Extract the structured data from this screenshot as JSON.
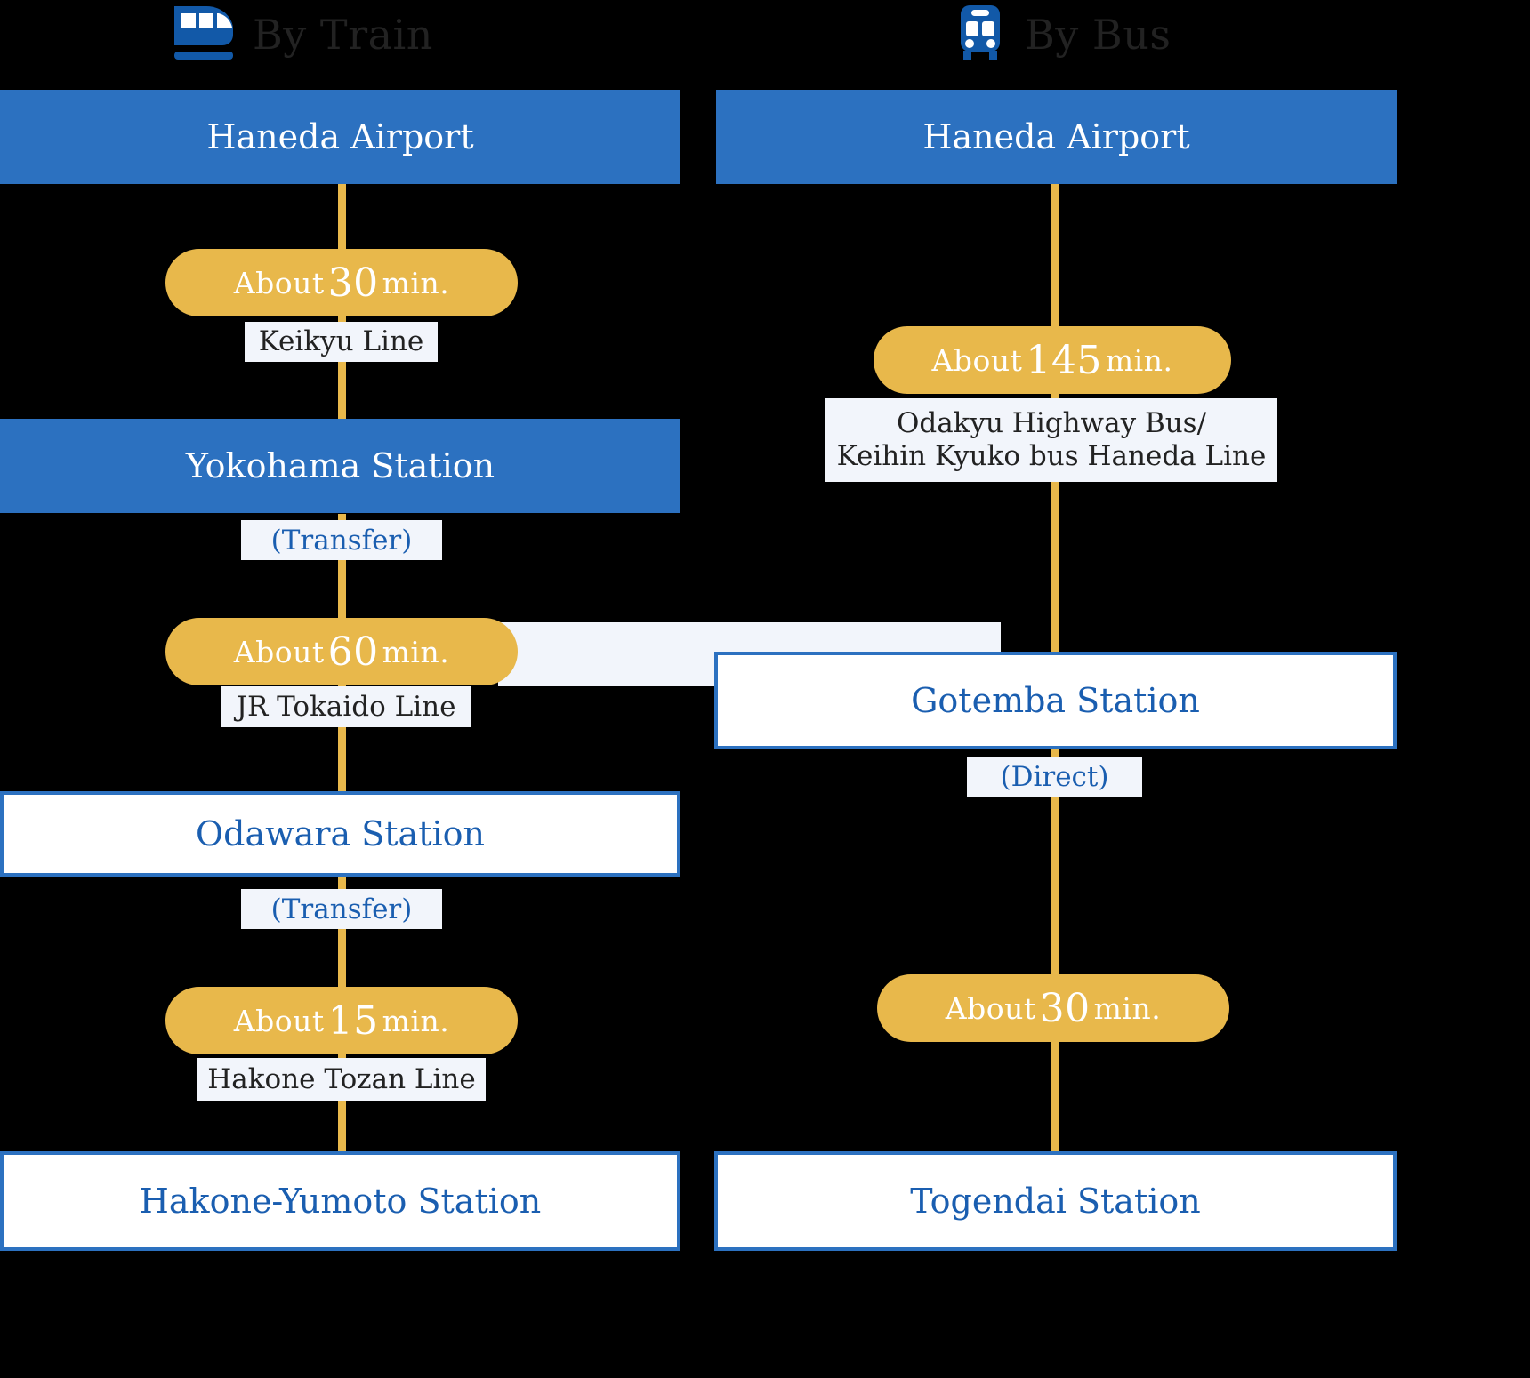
{
  "theme": {
    "blue": "#2c71c0",
    "blue_text": "#1a5eb0",
    "yellow": "#e8b84b",
    "label_bg": "#f2f5fb",
    "page_bg": "#000000",
    "header_text": "#222222"
  },
  "columns": [
    {
      "id": "train",
      "header": {
        "icon": "train-icon",
        "title": "By Train"
      },
      "steps": [
        {
          "type": "station-blue",
          "label": "Haneda Airport"
        },
        {
          "type": "duration",
          "prefix": "About",
          "value": "30",
          "suffix": "min."
        },
        {
          "type": "line-label",
          "lines": [
            "Keikyu Line"
          ]
        },
        {
          "type": "station-blue",
          "label": "Yokohama Station"
        },
        {
          "type": "note",
          "label": "(Transfer)"
        },
        {
          "type": "duration",
          "prefix": "About",
          "value": "60",
          "suffix": "min."
        },
        {
          "type": "line-label",
          "lines": [
            "JR Tokaido Line"
          ]
        },
        {
          "type": "station-white",
          "label": "Odawara Station"
        },
        {
          "type": "note",
          "label": "(Transfer)"
        },
        {
          "type": "duration",
          "prefix": "About",
          "value": "15",
          "suffix": "min."
        },
        {
          "type": "line-label",
          "lines": [
            "Hakone Tozan Line"
          ]
        },
        {
          "type": "station-white",
          "label": "Hakone-Yumoto Station"
        }
      ]
    },
    {
      "id": "bus",
      "header": {
        "icon": "bus-icon",
        "title": "By Bus"
      },
      "steps": [
        {
          "type": "station-blue",
          "label": "Haneda Airport"
        },
        {
          "type": "duration",
          "prefix": "About",
          "value": "145",
          "suffix": "min."
        },
        {
          "type": "line-label",
          "lines": [
            "Odakyu Highway Bus/",
            "Keihin Kyuko bus Haneda Line"
          ]
        },
        {
          "type": "station-white",
          "label": "Gotemba Station"
        },
        {
          "type": "note",
          "label": "(Direct)"
        },
        {
          "type": "duration",
          "prefix": "About",
          "value": "30",
          "suffix": "min."
        },
        {
          "type": "station-white",
          "label": "Togendai Station"
        }
      ]
    }
  ],
  "text": {
    "train_header": "By Train",
    "bus_header": "By Bus",
    "t_haneda": "Haneda Airport",
    "t_dur1_prefix": "About",
    "t_dur1_value": "30",
    "t_dur1_suffix": "min.",
    "t_line1": "Keikyu Line",
    "t_yokohama": "Yokohama Station",
    "t_transfer1": "(Transfer)",
    "t_dur2_prefix": "About",
    "t_dur2_value": "60",
    "t_dur2_suffix": "min.",
    "t_line2": "JR Tokaido Line",
    "t_odawara": "Odawara Station",
    "t_transfer2": "(Transfer)",
    "t_dur3_prefix": "About",
    "t_dur3_value": "15",
    "t_dur3_suffix": "min.",
    "t_line3": "Hakone Tozan Line",
    "t_yumoto": "Hakone-Yumoto Station",
    "b_haneda": "Haneda Airport",
    "b_dur1_prefix": "About",
    "b_dur1_value": "145",
    "b_dur1_suffix": "min.",
    "b_line1_a": "Odakyu Highway Bus/",
    "b_line1_b": "Keihin Kyuko bus Haneda Line",
    "b_gotemba": "Gotemba Station",
    "b_direct": "(Direct)",
    "b_dur2_prefix": "About",
    "b_dur2_value": "30",
    "b_dur2_suffix": "min.",
    "b_togendai": "Togendai Station"
  }
}
